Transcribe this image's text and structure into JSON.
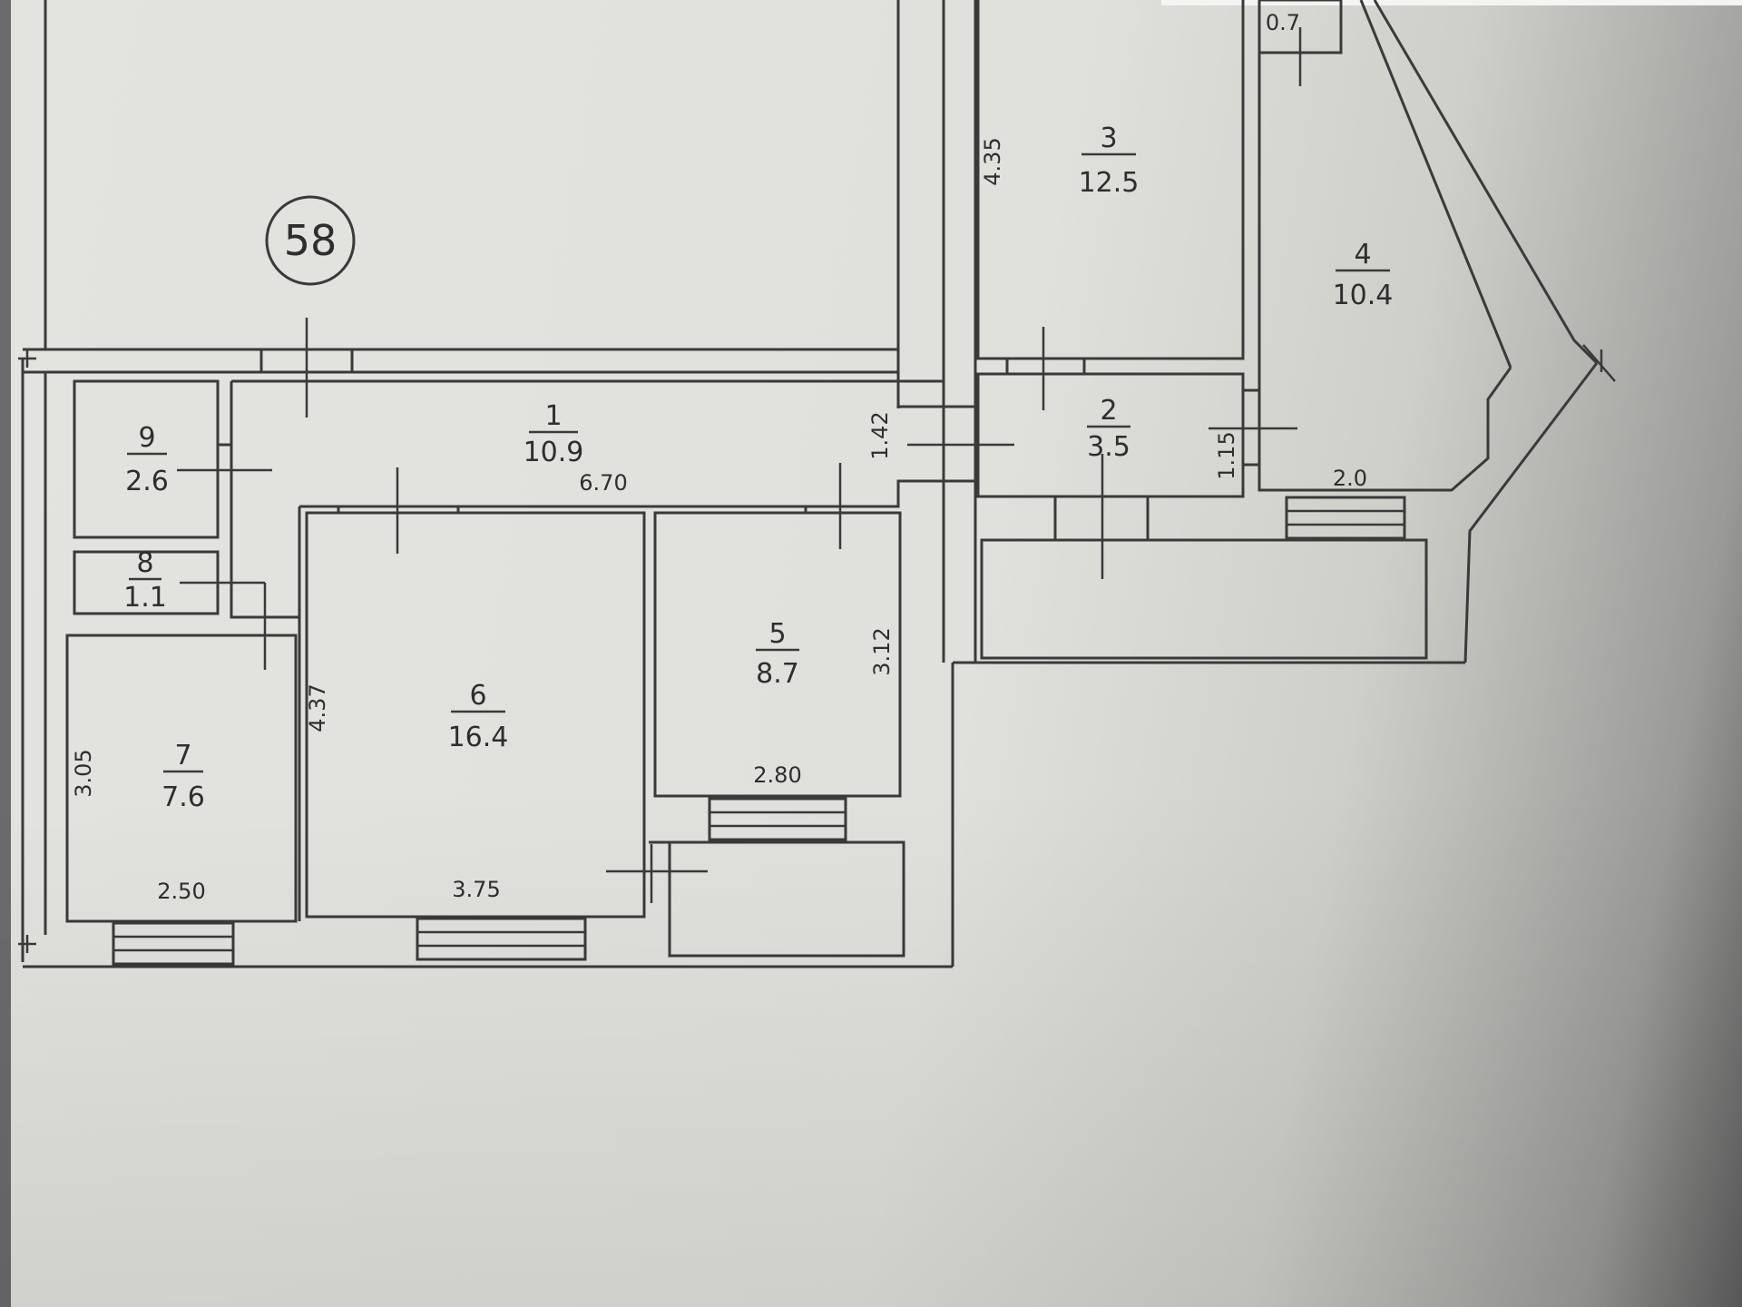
{
  "plan": {
    "apartment_number": "58",
    "rooms": [
      {
        "id": "1",
        "number": "1",
        "area": "10.9"
      },
      {
        "id": "2",
        "number": "2",
        "area": "3.5"
      },
      {
        "id": "3",
        "number": "3",
        "area": "12.5"
      },
      {
        "id": "4",
        "number": "4",
        "area": "10.4"
      },
      {
        "id": "5",
        "number": "5",
        "area": "8.7"
      },
      {
        "id": "6",
        "number": "6",
        "area": "16.4"
      },
      {
        "id": "7",
        "number": "7",
        "area": "7.6"
      },
      {
        "id": "8",
        "number": "8",
        "area": "1.1"
      },
      {
        "id": "9",
        "number": "9",
        "area": "2.6"
      }
    ],
    "dimensions": {
      "hall_length": "6.70",
      "hall_width": "1.42",
      "room3_height": "4.35",
      "room4_width": "2.0",
      "room2_width": "1.15",
      "closet_top": "0.7",
      "room5_height": "3.12",
      "room5_width": "2.80",
      "room6_height": "4.37",
      "room6_width": "3.75",
      "room7_height": "3.05",
      "room7_width": "2.50"
    }
  }
}
